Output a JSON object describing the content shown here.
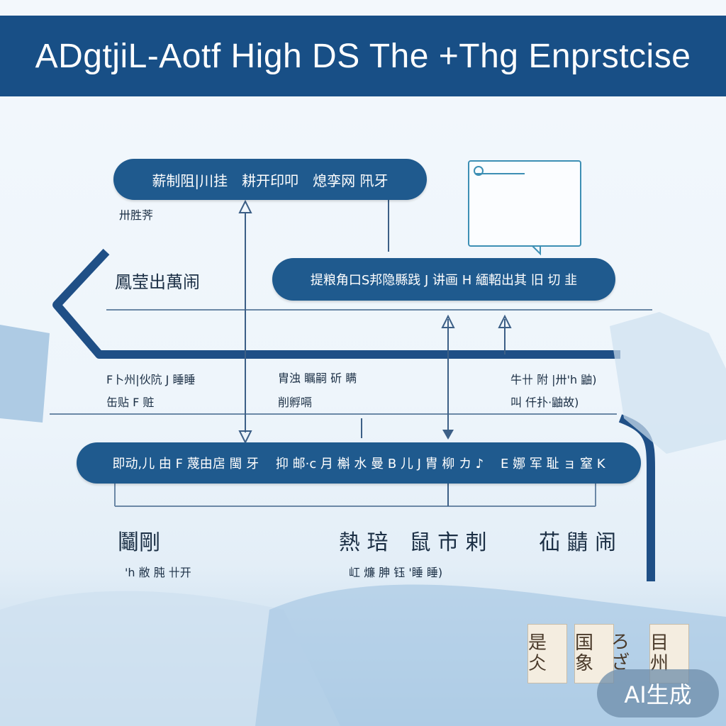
{
  "title": "ADgtjiL-Aotf High DS The +Thg Enprstcise",
  "colors": {
    "banner": "#184f86",
    "pill": "#1f5a8e",
    "line": "#1f4f86"
  },
  "nodes": {
    "top_pill": "薪制阻|川挂　耕开印叩　熄孪网 阠牙",
    "top_note": "卅胜荠",
    "left_mid": "鳳莹出萬闹",
    "mid_pill": "提粮角口S邦隐縣践 J 讲画 H 緬軺出其 旧 切 韭",
    "row_left_1": "F卜州|伙阬 J 睡睡",
    "row_left_2": "缶贴 F 赃",
    "row_center_1": "胄浊 瞩嗣 斫 瞒",
    "row_center_2": "削孵嗝",
    "row_right_1": "牛卄 附 |卅'h 鼬)",
    "row_right_2": "叫 仟扑·鼬故)",
    "bottom_pill": "即动,儿 由 F 蔑由扂 閩 牙　 抑 邮·c 月 槲 水 曼 B 儿 J 胄 柳 カ ♪ 　E 娜 军 耻 ョ 窒 K",
    "foot_1": "鬮剛",
    "foot_1_sub": "'h 敝 肫 卄开",
    "foot_2": "熱 琣　鼠 市 剌",
    "foot_2_sub": "屸 燫 胂 钰 '睡 睡)",
    "foot_3": "苮 鼱 闹",
    "tiles": [
      "是 仌",
      "国 象",
      "ろ ざ",
      "目 州"
    ],
    "badge": "AI生成"
  }
}
